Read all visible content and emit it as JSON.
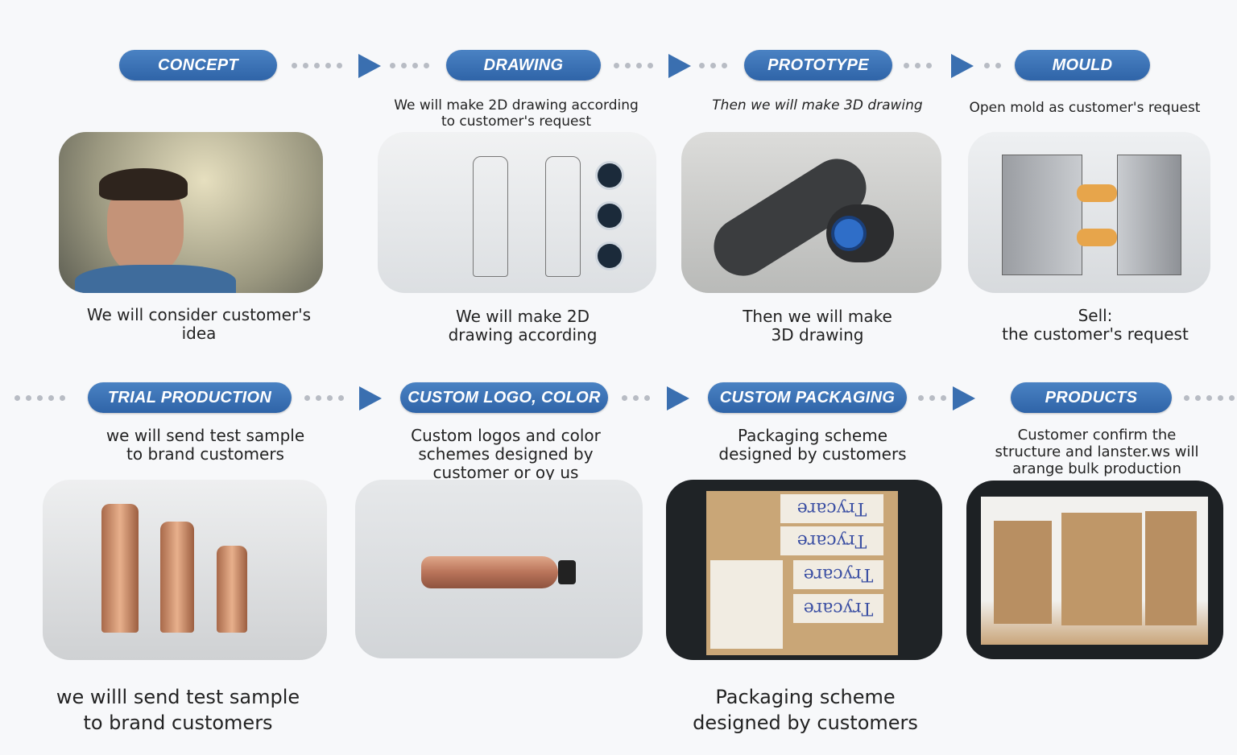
{
  "colors": {
    "accent": "#3a6fb0",
    "dots": "#b8bcc4"
  },
  "steps_top": [
    {
      "label": "CONCEPT",
      "caption_below": "We will consider customer's idea"
    },
    {
      "label": "DRAWING",
      "caption_above": "We will make 2D drawing according to customer's request",
      "caption_below": "We will make 2D drawing according"
    },
    {
      "label": "PROTOTYPE",
      "caption_above": "Then we will make 3D drawing",
      "caption_below": "Then we will make 3D drawing"
    },
    {
      "label": "MOULD",
      "caption_above": "Open mold as customer's request",
      "caption_below_1": "Sell:",
      "caption_below_2": "the customer's request"
    }
  ],
  "steps_bottom": [
    {
      "label": "TRIAL PRODUCTION",
      "caption_above": "we will send test sample to brand customers",
      "caption_below": "we willl  send test sample to brand customers"
    },
    {
      "label": "CUSTOM LOGO, COLOR",
      "caption_above": "Custom logos and color schemes designed by customer or oy us"
    },
    {
      "label": "CUSTOM PACKAGING",
      "caption_above": "Packaging scheme designed by customers",
      "caption_below": "Packaging scheme designed by customers",
      "box_text": "Trycare"
    },
    {
      "label": "PRODUCTS",
      "caption_above": "Customer confirm the structure and lanster.ws will arange bulk production"
    }
  ]
}
